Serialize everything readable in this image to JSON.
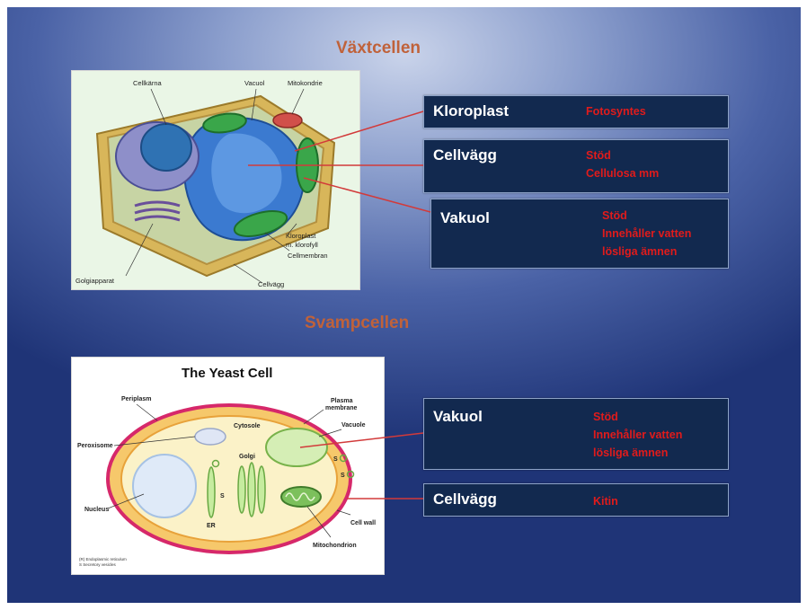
{
  "plant": {
    "heading": "Växtcellen",
    "labels": {
      "cellkarna": "Cellkärna",
      "vacuol": "Vacuol",
      "mitokondrie": "Mitokondrie",
      "kloroplast_line1": "Kloroplast",
      "kloroplast_line2": "m. klorofyll",
      "cellmembran": "Cellmembran",
      "golgi": "Golgiapparat",
      "cellvagg": "Cellvägg"
    },
    "boxes": [
      {
        "term": "Kloroplast",
        "lines": [
          "Fotosyntes"
        ]
      },
      {
        "term": "Cellvägg",
        "lines": [
          "Stöd",
          "Cellulosa mm"
        ]
      },
      {
        "term": "Vakuol",
        "lines": [
          "Stöd",
          "Innehåller vatten",
          "lösliga ämnen"
        ]
      }
    ]
  },
  "fungus": {
    "heading": "Svampcellen",
    "title": "The Yeast Cell",
    "labels": {
      "periplasm": "Periplasm",
      "plasma_line1": "Plasma",
      "plasma_line2": "membrane",
      "cytosole": "Cytosole",
      "vacuole": "Vacuole",
      "peroxisome": "Peroxisome",
      "golgi": "Golgi",
      "s1": "S",
      "s2": "S",
      "s3": "S",
      "nucleus": "Nucleus",
      "er": "ER",
      "cellwall": "Cell wall",
      "mitochondrion": "Mitochondrion",
      "footnote1": "(R) Endoplasmic reticulum",
      "footnote2": "S Secretory vesicles"
    },
    "boxes": [
      {
        "term": "Vakuol",
        "lines": [
          "Stöd",
          "Innehåller vatten",
          "lösliga ämnen"
        ]
      },
      {
        "term": "Cellvägg",
        "lines": [
          "Kitin"
        ]
      }
    ]
  },
  "colors": {
    "box_bg": "#12294f",
    "term": "#ffffff",
    "desc": "#e11b1b",
    "heading": "#c0623a",
    "connector": "#d23a3a"
  }
}
